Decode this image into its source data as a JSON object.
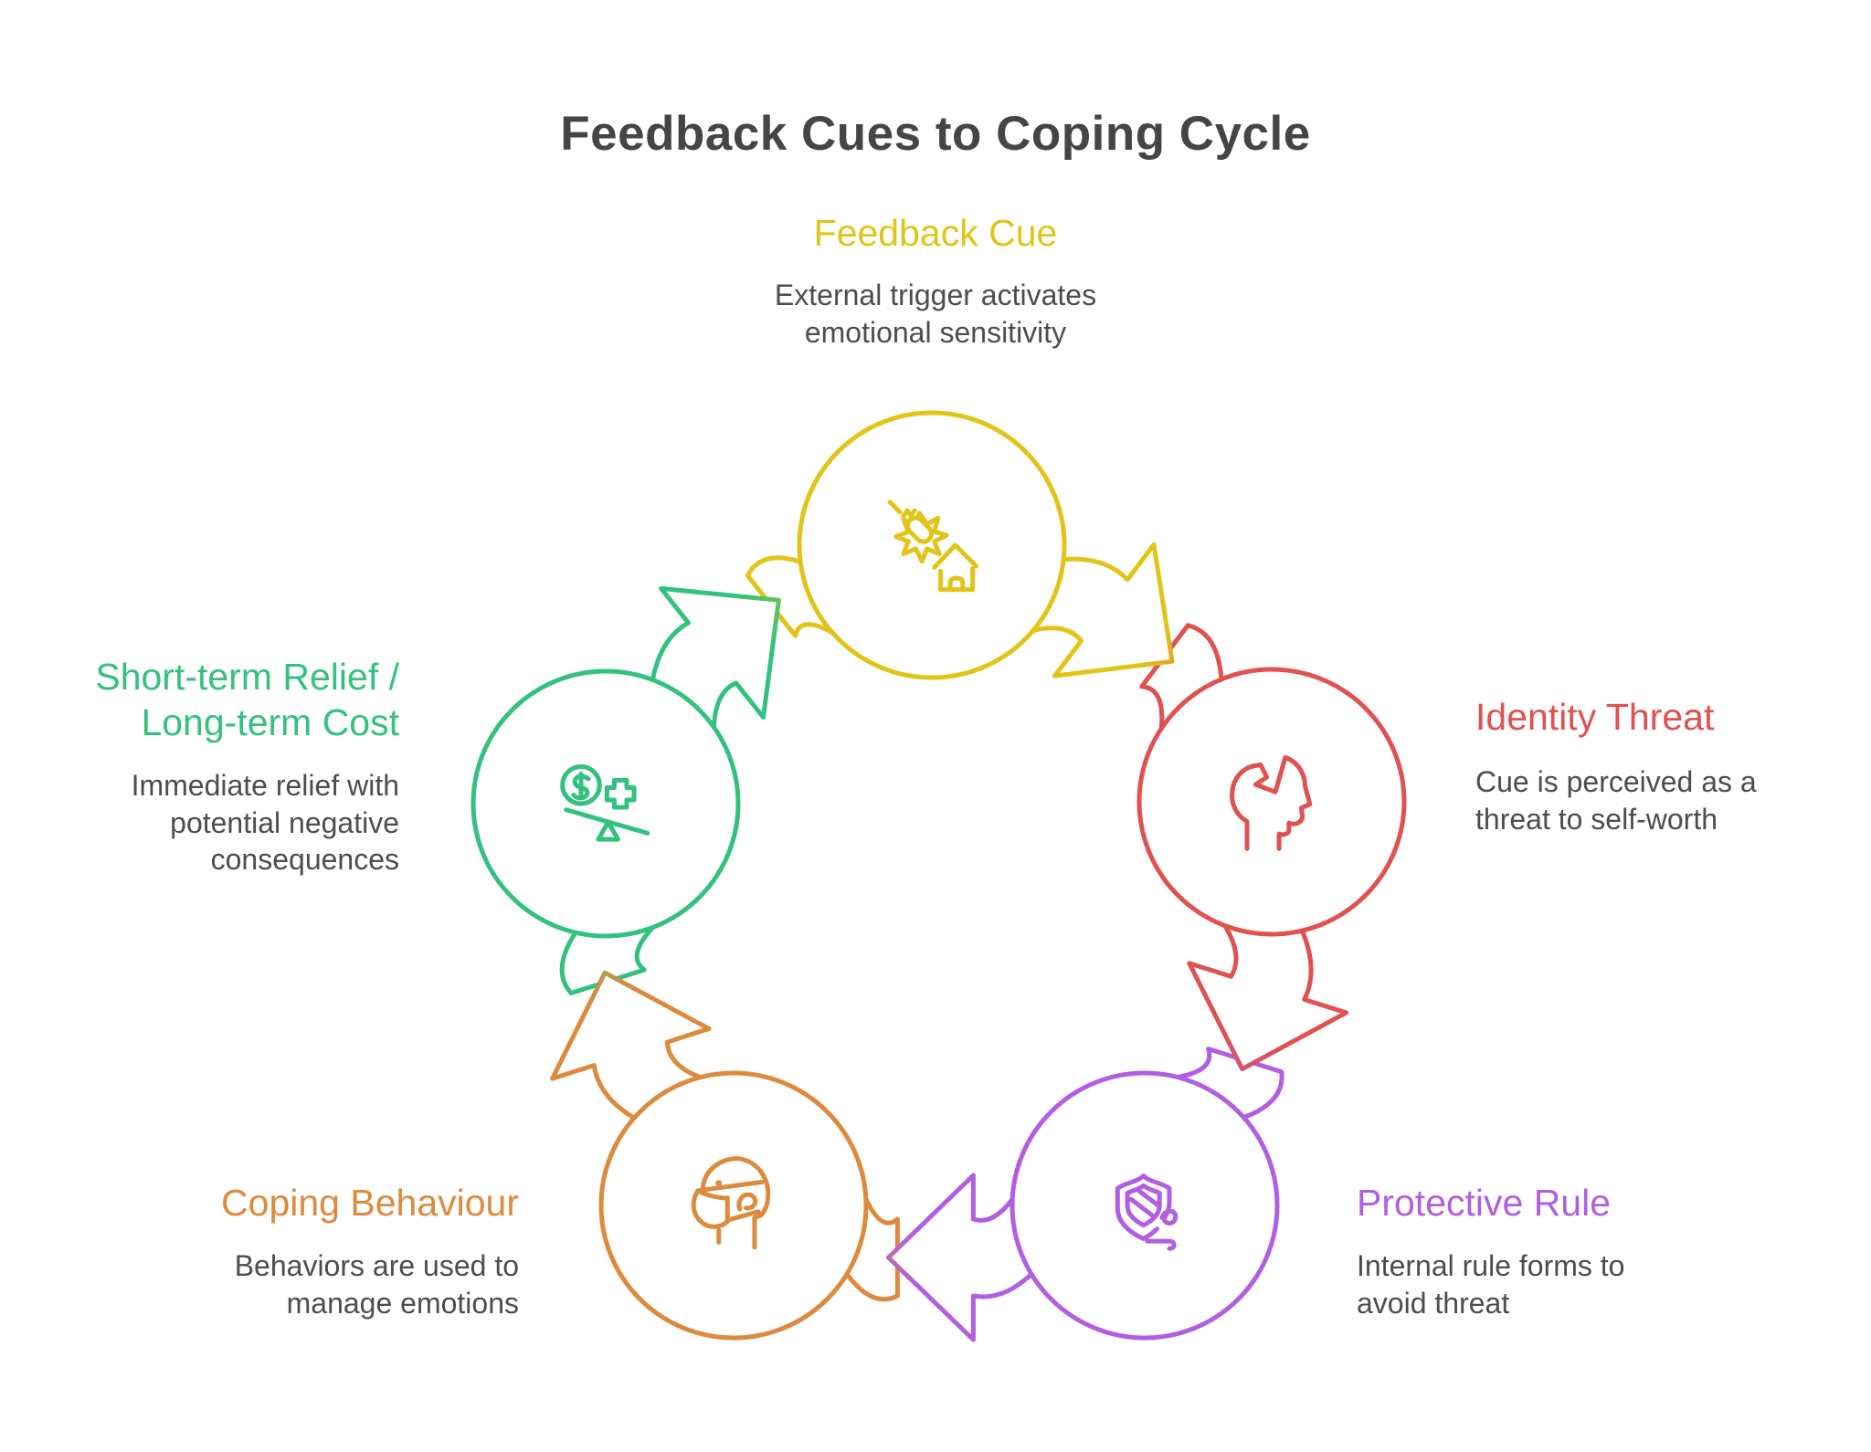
{
  "title": "Feedback Cues to Coping Cycle",
  "background": "#FFFFFF",
  "title_color": "#454545",
  "desc_color": "#4D4D4D",
  "nodes": [
    {
      "id": "feedback-cue",
      "label": "Feedback Cue",
      "desc": "External trigger activates\nemotional sensitivity",
      "color": "#E2C417",
      "icon": "explosion-house-icon"
    },
    {
      "id": "identity-threat",
      "label": "Identity Threat",
      "desc": "Cue is perceived as a\nthreat to self-worth",
      "color": "#E0514F",
      "icon": "cracked-head-icon"
    },
    {
      "id": "protective-rule",
      "label": "Protective Rule",
      "desc": "Internal rule forms to\navoid threat",
      "color": "#B15EE3",
      "icon": "shield-wind-icon"
    },
    {
      "id": "coping-behaviour",
      "label": "Coping Behaviour",
      "desc": "Behaviors are used to\nmanage emotions",
      "color": "#DE8A3D",
      "icon": "mask-face-icon"
    },
    {
      "id": "relief-cost",
      "label": "Short-term Relief /\nLong-term Cost",
      "desc": "Immediate relief with\npotential negative\nconsequences",
      "color": "#33C17F",
      "icon": "dollar-cross-balance-icon"
    }
  ]
}
